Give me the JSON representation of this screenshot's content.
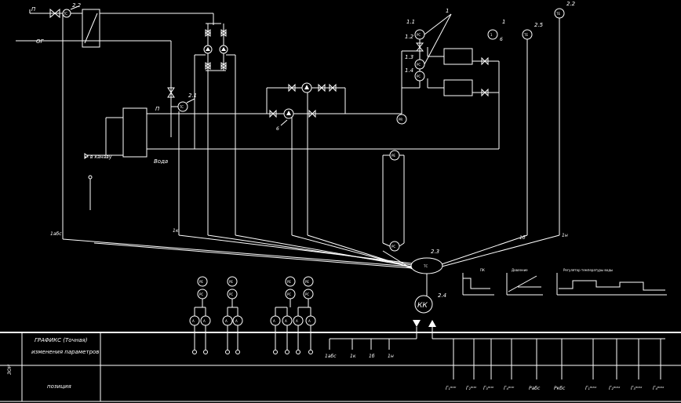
{
  "callouts": {
    "c1": "1",
    "c2": "2.2",
    "c3": "2.1",
    "c4": "1.1",
    "c5": "1.2",
    "c6": "1.3",
    "c7": "1.4",
    "c8": "1",
    "c9": "2.5",
    "c10": "2.2",
    "c11": "2.3",
    "c12": "2.4",
    "c13": "1",
    "c14": "6"
  },
  "inst": {
    "tc_top": "TC",
    "tc_mid": "TC",
    "pc_top": "PC",
    "pc_b1": "PC",
    "pc_b2": "PC",
    "pt_a": "TE",
    "pt_b": "TE",
    "te_c": "TE",
    "pr_right": "PR",
    "pe_right": "PE",
    "pc_bottom": "PC",
    "ucenter": "ТС",
    "kk": "КК"
  },
  "pipe_labels": {
    "g1": "П",
    "g2": "ОГ",
    "g3": "П",
    "water": "Вода",
    "drain": "← в канаву"
  },
  "bus_labels": {
    "b1": "1абс",
    "b2": "1к",
    "b3": "1б",
    "b4": "1н"
  },
  "field_instruments": [
    {
      "top": "РЕ",
      "mid": "РС",
      "a": "А",
      "b": "А"
    },
    {
      "top": "РЕ",
      "mid": "РС",
      "a": "А",
      "b": "А"
    },
    {
      "top": "РЕ",
      "mid": "РС",
      "a": "А",
      "b": "А"
    },
    {
      "top": "РЕ",
      "mid": "РС",
      "a": "А",
      "b": "А"
    }
  ],
  "title_block": {
    "row1": "ГРАФИКС (Точная)",
    "row2": "изменения параметров",
    "row3": "позиция",
    "side": "ЗОН"
  },
  "bottom_labels": [
    "1абс",
    "1к",
    "1б",
    "1н"
  ],
  "bottom_right_labels": [
    "Г₁ᵐᶦⁿ",
    "Г₂ᵐᶦⁿ",
    "Г₃ᵐᶦⁿ",
    "Г₄ᵐᶦⁿ",
    "Рабс",
    "Ркбс",
    "Г₁ᵐᵃˣ",
    "Г₂ᵐᵃˣ",
    "Г₃ᵐᵃˣ",
    "Г₄ᵐᵃˣ"
  ],
  "mini_charts": {
    "c1_title": "ПК",
    "c2_title": "Давление",
    "c3_title": "Регулятор температуры воды"
  }
}
